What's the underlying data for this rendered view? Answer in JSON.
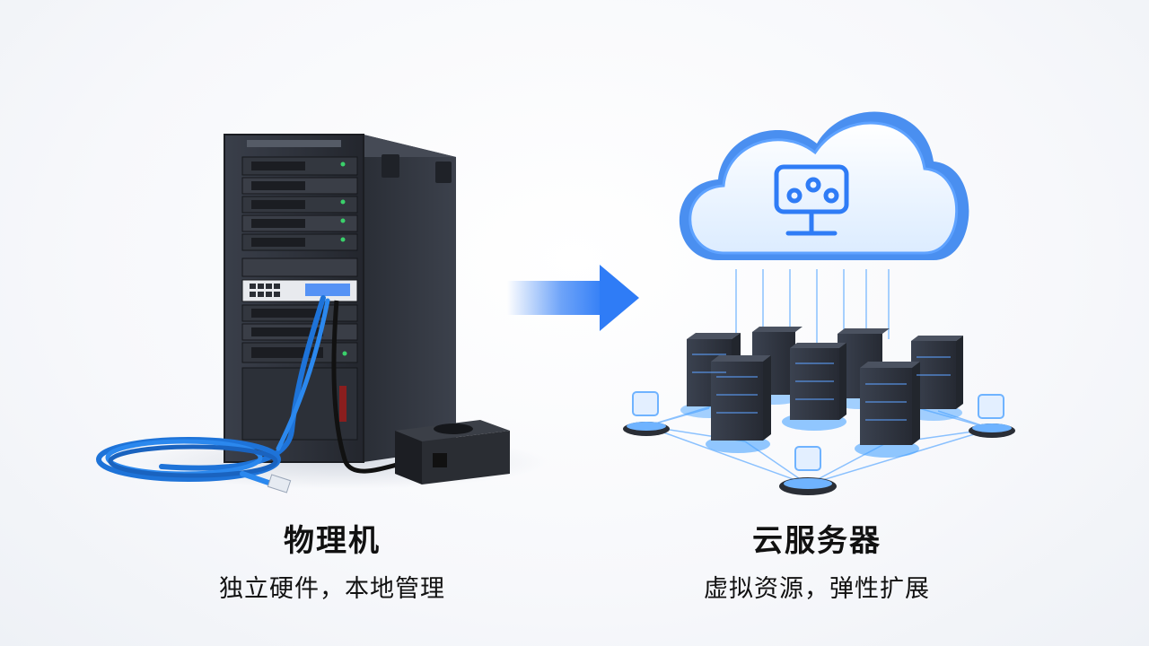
{
  "left": {
    "title": "物理机",
    "subtitle": "独立硬件，本地管理"
  },
  "right": {
    "title": "云服务器",
    "subtitle": "虚拟资源，弹性扩展"
  },
  "colors": {
    "accent_blue": "#2f7cf6",
    "cable_blue": "#1e73d8",
    "rack_dark": "#2b2f38",
    "cloud_fill": "#eaf4ff",
    "glow": "#4aa3ff"
  },
  "icons": [
    "server-rack-icon",
    "power-supply-icon",
    "arrow-right-icon",
    "cloud-icon",
    "monitor-network-icon",
    "cloud-server-icon"
  ]
}
